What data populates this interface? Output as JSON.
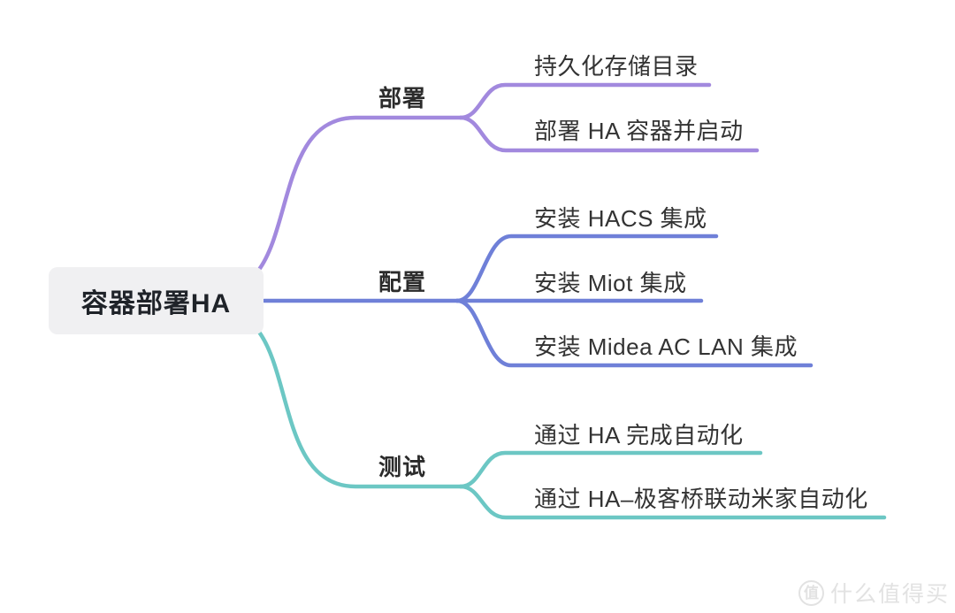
{
  "colors": {
    "purple": "#a289de",
    "blue": "#6f80d8",
    "teal": "#6cc7c4",
    "root_bg": "#f0f0f2",
    "text": "#2b2b2b",
    "watermark": "#e2e2e2"
  },
  "root": {
    "label": "容器部署HA"
  },
  "branches": [
    {
      "label": "部署",
      "children": [
        "持久化存储目录",
        "部署 HA 容器并启动"
      ]
    },
    {
      "label": "配置",
      "children": [
        "安装 HACS 集成",
        "安装 Miot 集成",
        "安装 Midea AC LAN 集成"
      ]
    },
    {
      "label": "测试",
      "children": [
        "通过 HA 完成自动化",
        "通过 HA–极客桥联动米家自动化"
      ]
    }
  ],
  "watermark": {
    "logo": "值",
    "text": "什么值得买"
  }
}
